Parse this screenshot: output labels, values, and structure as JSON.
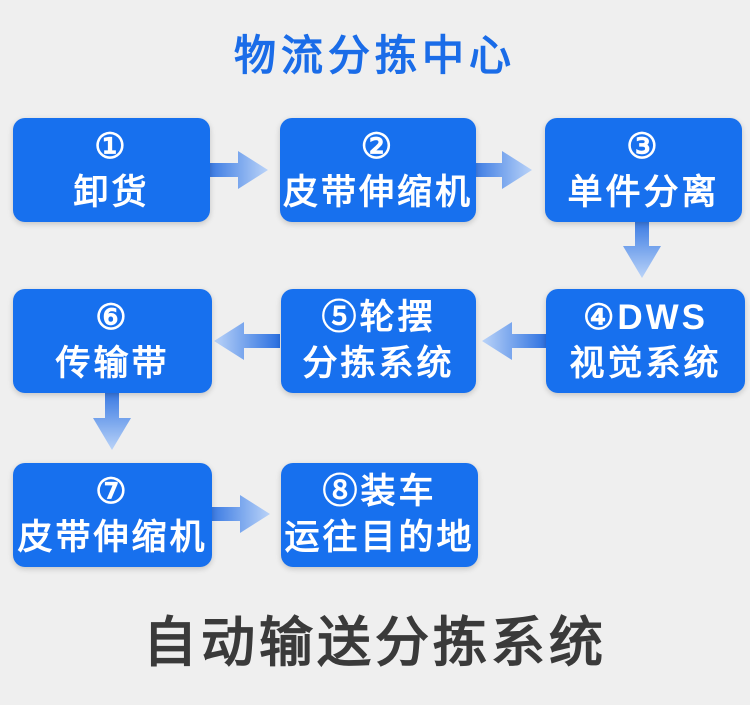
{
  "title": {
    "top": "物流分拣中心",
    "bottom": "自动输送分拣系统"
  },
  "colors": {
    "background": "#efefef",
    "box_fill": "#1770ee",
    "box_text": "#ffffff",
    "top_title": "#1a6ce8",
    "bottom_title": "#3a3a3a",
    "arrow_gradient_start": "#2a6fe0",
    "arrow_gradient_end": "#bad3f8"
  },
  "flow": {
    "boxes": [
      {
        "step": 1,
        "line1": "①",
        "line2": "卸货"
      },
      {
        "step": 2,
        "line1": "②",
        "line2": "皮带伸缩机"
      },
      {
        "step": 3,
        "line1": "③",
        "line2": "单件分离"
      },
      {
        "step": 4,
        "line1": "④DWS",
        "line2": "视觉系统"
      },
      {
        "step": 5,
        "line1": "⑤轮摆",
        "line2": "分拣系统"
      },
      {
        "step": 6,
        "line1": "⑥",
        "line2": "传输带"
      },
      {
        "step": 7,
        "line1": "⑦",
        "line2": "皮带伸缩机"
      },
      {
        "step": 8,
        "line1": "⑧装车",
        "line2": "运往目的地"
      }
    ],
    "arrows": [
      {
        "from": 1,
        "to": 2,
        "direction": "right"
      },
      {
        "from": 2,
        "to": 3,
        "direction": "right"
      },
      {
        "from": 3,
        "to": 4,
        "direction": "down"
      },
      {
        "from": 4,
        "to": 5,
        "direction": "left"
      },
      {
        "from": 5,
        "to": 6,
        "direction": "left"
      },
      {
        "from": 6,
        "to": 7,
        "direction": "down"
      },
      {
        "from": 7,
        "to": 8,
        "direction": "right"
      }
    ]
  }
}
